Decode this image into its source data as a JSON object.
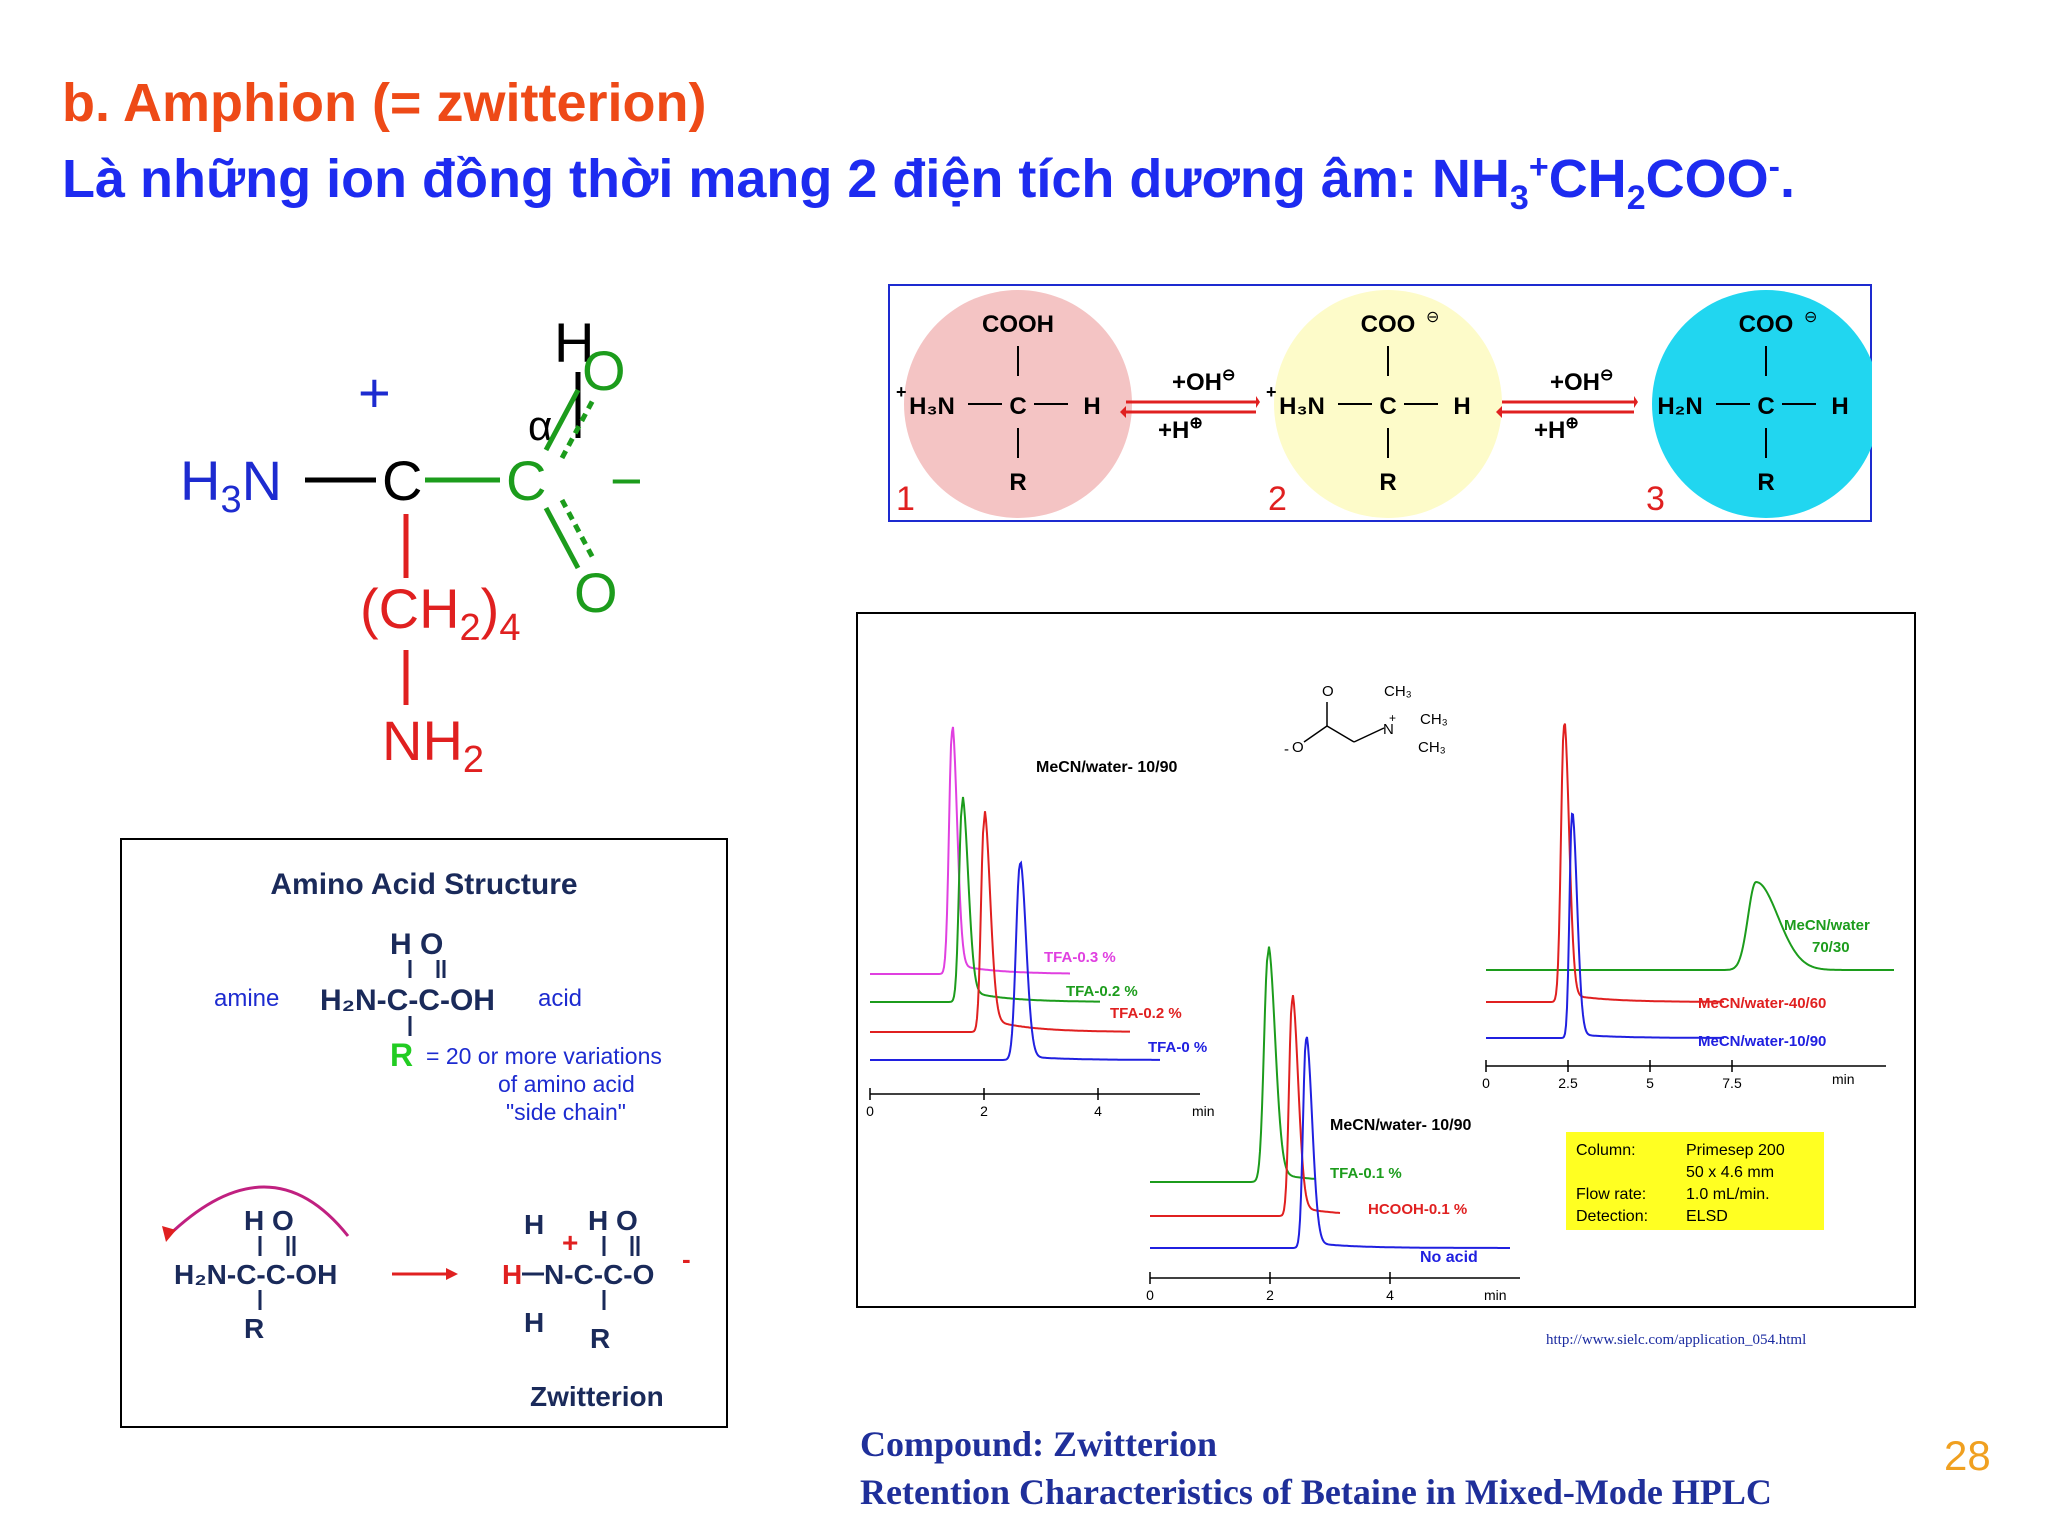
{
  "slide": {
    "heading": "b.  Amphion (= zwitterion)",
    "subtitle_text": "Là những ion đồng thời mang 2 điện tích dương âm: NH",
    "subtitle_sub1": "3",
    "subtitle_sup1": "+",
    "subtitle_mid": "CH",
    "subtitle_sub2": "2",
    "subtitle_end": "COO",
    "subtitle_sup2": "-",
    "subtitle_dot": ".",
    "page_number": "28",
    "footer_line1": "Compound: Zwitterion",
    "footer_line2": "Retention Characteristics of Betaine in  Mixed-Mode HPLC",
    "url": "http://www.sielc.com/application_054.html"
  },
  "lysine": {
    "H": "H",
    "alpha": "α",
    "plus": "+",
    "H3N": "H",
    "sub3": "3",
    "N": "N",
    "C": "C",
    "C2": "C",
    "O_top": "O",
    "O_bottom": "O",
    "minus": "−",
    "CH2": "(CH",
    "sub2": "2",
    "close": ")",
    "sub4": "4",
    "NH": "NH",
    "NH_sub": "2"
  },
  "equilibrium": {
    "species": [
      {
        "number": "1",
        "top": "COOH",
        "left": "H₃N",
        "charge": "+",
        "center": "C",
        "right": "H",
        "bottom": "R",
        "color": "#f4c4c4"
      },
      {
        "number": "2",
        "top": "COO",
        "left": "H₃N",
        "charge": "+",
        "center": "C",
        "right": "H",
        "bottom": "R",
        "color": "#fdfbc9"
      },
      {
        "number": "3",
        "top": "COO",
        "left": "H₂N",
        "charge": "",
        "center": "C",
        "right": "H",
        "bottom": "R",
        "color": "#21d6f0"
      }
    ],
    "forward": "+OH",
    "reverse": "+H",
    "minus_sym": "⊖",
    "plus_sym": "⊕"
  },
  "amino_box": {
    "title": "Amino Acid Structure",
    "ho_top": "H O",
    "formula": "H₂N-C-C-OH",
    "amine": "amine",
    "acid": "acid",
    "R": "R",
    "r_text": "= 20  or more variations",
    "r_text2": "of amino acid",
    "r_text3": "\"side chain\"",
    "left_ho": "H O",
    "left_formula": "H₂N-C-C-OH",
    "left_R": "R",
    "z_H1": "H",
    "z_plus": "+",
    "z_ho": "H O",
    "z_H2": "H",
    "z_formula": "N-C-C-O",
    "z_minus": "-",
    "z_H3": "H",
    "z_R": "R",
    "label": "Zwitterion"
  },
  "hplc": {
    "betaine": {
      "O": "O",
      "O2": "O",
      "minus": "-",
      "CH3a": "CH₃",
      "CH3b": "CH₃",
      "CH3c": "CH₃",
      "N": "N",
      "plus": "+"
    },
    "panel1": {
      "title": "MeCN/water- 10/90",
      "labels": [
        "TFA-0.3 %",
        "TFA-0.2 %",
        "TFA-0.2 %",
        "TFA-0 %"
      ],
      "axis_ticks": [
        "0",
        "2",
        "4"
      ],
      "axis_unit": "min",
      "colors": [
        "#e040e0",
        "#1c9c1c",
        "#e02020",
        "#2020e0"
      ]
    },
    "panel2": {
      "title": "MeCN/water- 10/90",
      "labels": [
        "TFA-0.1 %",
        "HCOOH-0.1 %",
        "No acid"
      ],
      "axis_ticks": [
        "0",
        "2",
        "4"
      ],
      "axis_unit": "min",
      "colors": [
        "#1c9c1c",
        "#e02020",
        "#2020e0"
      ]
    },
    "panel3": {
      "labels": [
        "MeCN/water",
        "70/30",
        "MeCN/water-40/60",
        "MeCN/water-10/90"
      ],
      "axis_ticks": [
        "0",
        "2.5",
        "5",
        "7.5"
      ],
      "axis_unit": "min",
      "colors": [
        "#1c9c1c",
        "#e02020",
        "#2020e0"
      ]
    },
    "conditions": {
      "rows": [
        {
          "k": "Column:",
          "v": "Primesep 200"
        },
        {
          "k": "",
          "v": "50 x 4.6 mm"
        },
        {
          "k": "Flow rate:",
          "v": "1.0 mL/min."
        },
        {
          "k": "Detection:",
          "v": "ELSD"
        }
      ],
      "bg": "#ffff22"
    }
  }
}
